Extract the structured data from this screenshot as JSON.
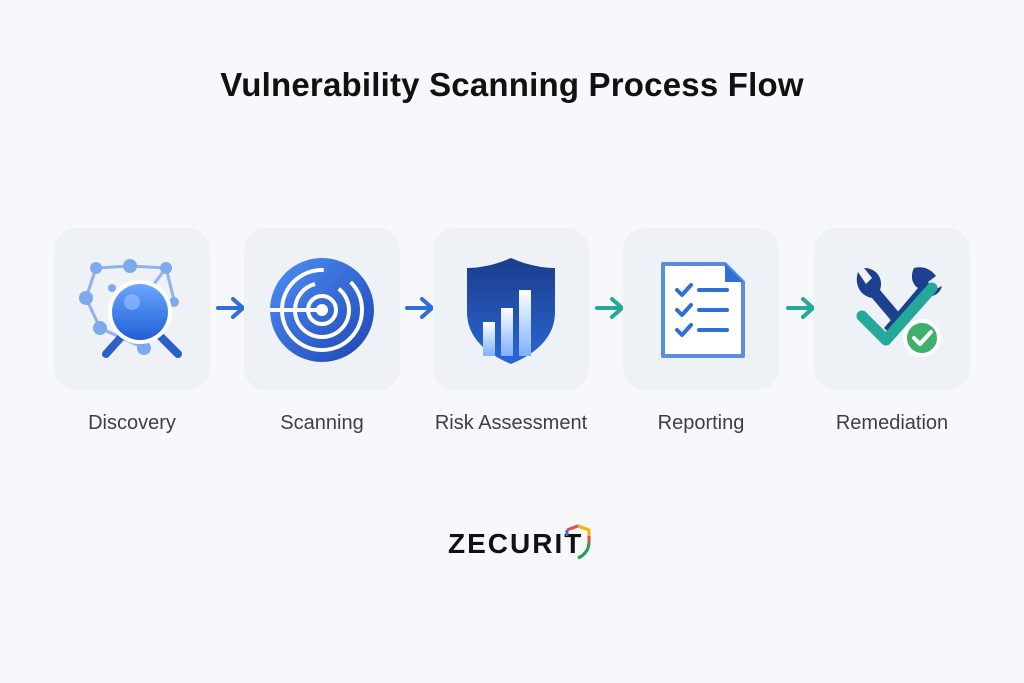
{
  "title": "Vulnerability Scanning Process Flow",
  "steps": [
    {
      "label": "Discovery",
      "icon": "network-magnifier-icon"
    },
    {
      "label": "Scanning",
      "icon": "radar-target-icon"
    },
    {
      "label": "Risk Assessment",
      "icon": "shield-bar-chart-icon"
    },
    {
      "label": "Reporting",
      "icon": "checklist-document-icon"
    },
    {
      "label": "Remediation",
      "icon": "wrench-check-icon"
    }
  ],
  "arrows": [
    {
      "icon": "arrow-right-icon",
      "color": "#2f6fd8"
    },
    {
      "icon": "arrow-right-icon",
      "color": "#2f6fd8"
    },
    {
      "icon": "arrow-right-icon",
      "color": "#23a89a"
    },
    {
      "icon": "arrow-right-icon",
      "color": "#23a89a"
    }
  ],
  "logo": {
    "text": "ZECURIT"
  },
  "colors": {
    "blue": "#2f6fd8",
    "teal": "#23a89a",
    "navy": "#1d3f8f",
    "tile": "#eef1f5"
  }
}
